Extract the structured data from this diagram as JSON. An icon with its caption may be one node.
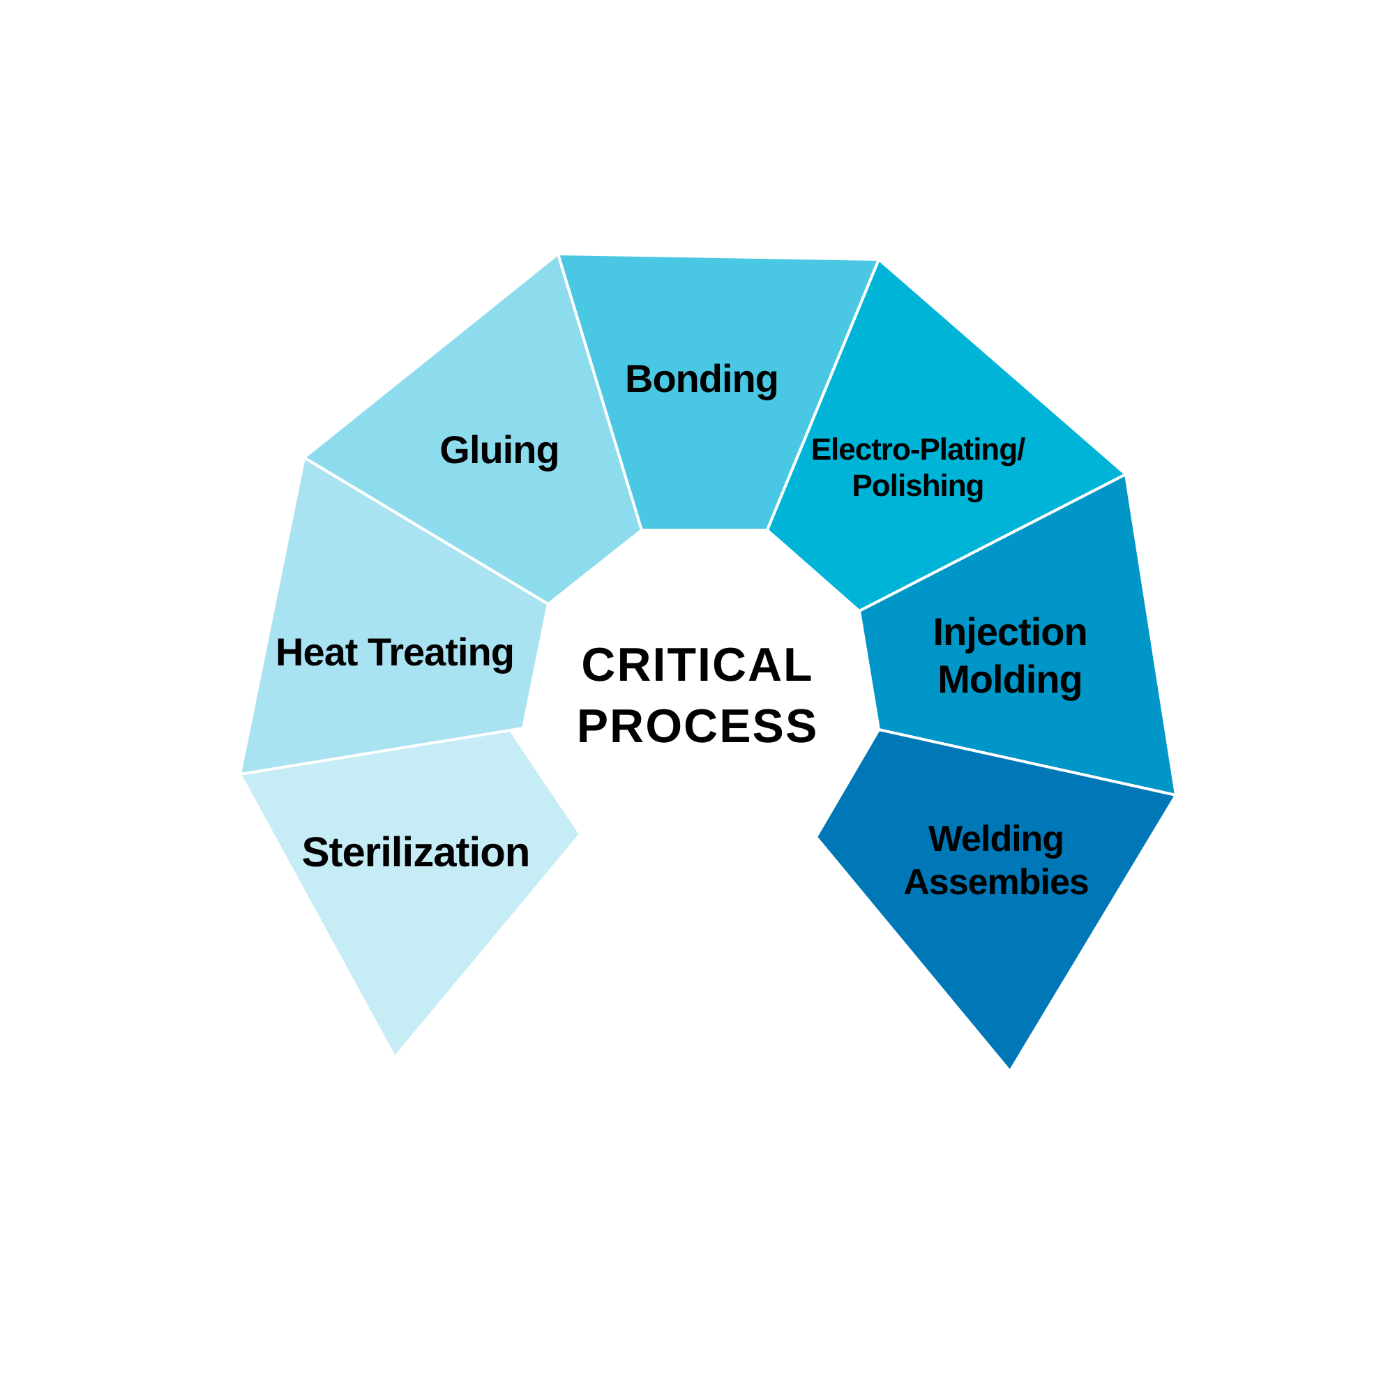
{
  "diagram": {
    "title": "CRITICAL PROCESS",
    "nodes": [
      {
        "text": [
          "Sterilization"
        ]
      },
      {
        "text": [
          "Heat Treating"
        ]
      },
      {
        "text": [
          "Gluing"
        ]
      },
      {
        "text": [
          "Bonding"
        ]
      },
      {
        "text": [
          "Electro-Plating/ Polishing"
        ]
      },
      {
        "text": [
          "Injection Molding"
        ]
      },
      {
        "text": [
          "Welding Assembies"
        ]
      }
    ],
    "edges": []
  }
}
